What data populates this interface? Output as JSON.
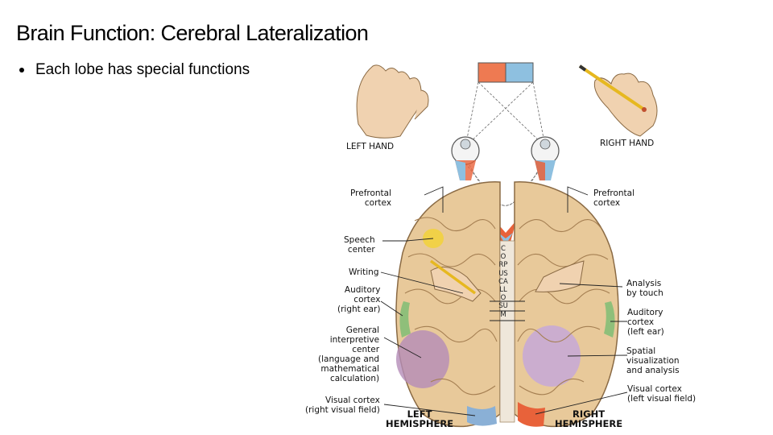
{
  "slide": {
    "title": "Brain Function: Cerebral Lateralization",
    "bullet": "Each lobe has special functions"
  },
  "figure": {
    "labels": {
      "left_hand": "LEFT HAND",
      "right_hand": "RIGHT HAND",
      "prefrontal_left": "Prefrontal\ncortex",
      "prefrontal_right": "Prefrontal\ncortex",
      "speech_center": "Speech\ncenter",
      "writing": "Writing",
      "auditory_left": "Auditory\ncortex\n(right ear)",
      "general_interpretive": "General\ninterpretive\ncenter\n(language and\nmathematical\ncalculation)",
      "visual_left": "Visual cortex\n(right visual field)",
      "left_hemisphere": "LEFT\nHEMISPHERE",
      "analysis_touch": "Analysis\nby touch",
      "auditory_right": "Auditory\ncortex\n(left ear)",
      "spatial": "Spatial\nvisualization\nand analysis",
      "visual_right": "Visual cortex\n(left visual field)",
      "right_hemisphere": "RIGHT\nHEMISPHERE",
      "corpus_callosum": "CORPUS CALLOSUM"
    },
    "colors": {
      "brain": "#e8c99a",
      "brain_outline": "#8a6a44",
      "speech": "#f2d23a",
      "auditory": "#8fbf7a",
      "interpretive": "#b48cb8",
      "spatial": "#c6a8d8",
      "visual_left": "#8ab0d6",
      "visual_right": "#e8623a",
      "field_left": "#ee7a52",
      "field_right": "#8ec0e0"
    }
  }
}
